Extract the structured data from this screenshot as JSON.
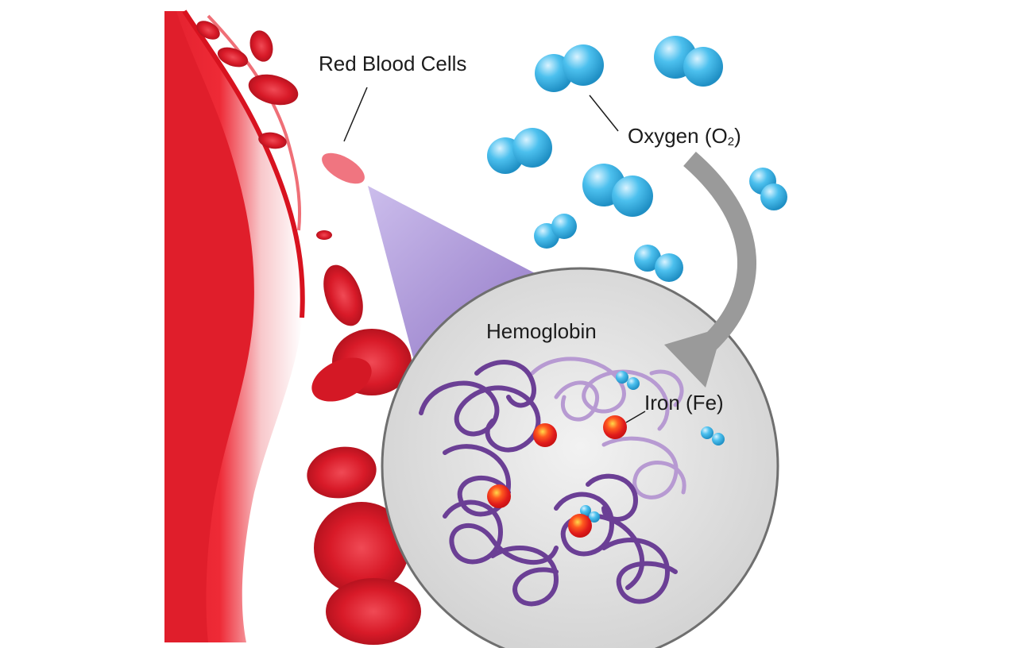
{
  "labels": {
    "red_blood_cells": "Red Blood Cells",
    "oxygen_prefix": "Oxygen (O",
    "oxygen_subscript": "2",
    "oxygen_suffix": ")",
    "hemoglobin": "Hemoglobin",
    "iron": "Iron (Fe)"
  },
  "colors": {
    "blood": "#e01e2b",
    "blood_dark": "#b5121d",
    "oxygen": "#3fb4e6",
    "protein_dark": "#6b3f95",
    "protein_light": "#b79ad2",
    "iron_core": "#e8221f",
    "iron_glow": "#f2b02a",
    "zoom_cone": "#8a6fc4",
    "zoom_circle": "#d8d8d8",
    "arrow": "#9a9a9a"
  }
}
